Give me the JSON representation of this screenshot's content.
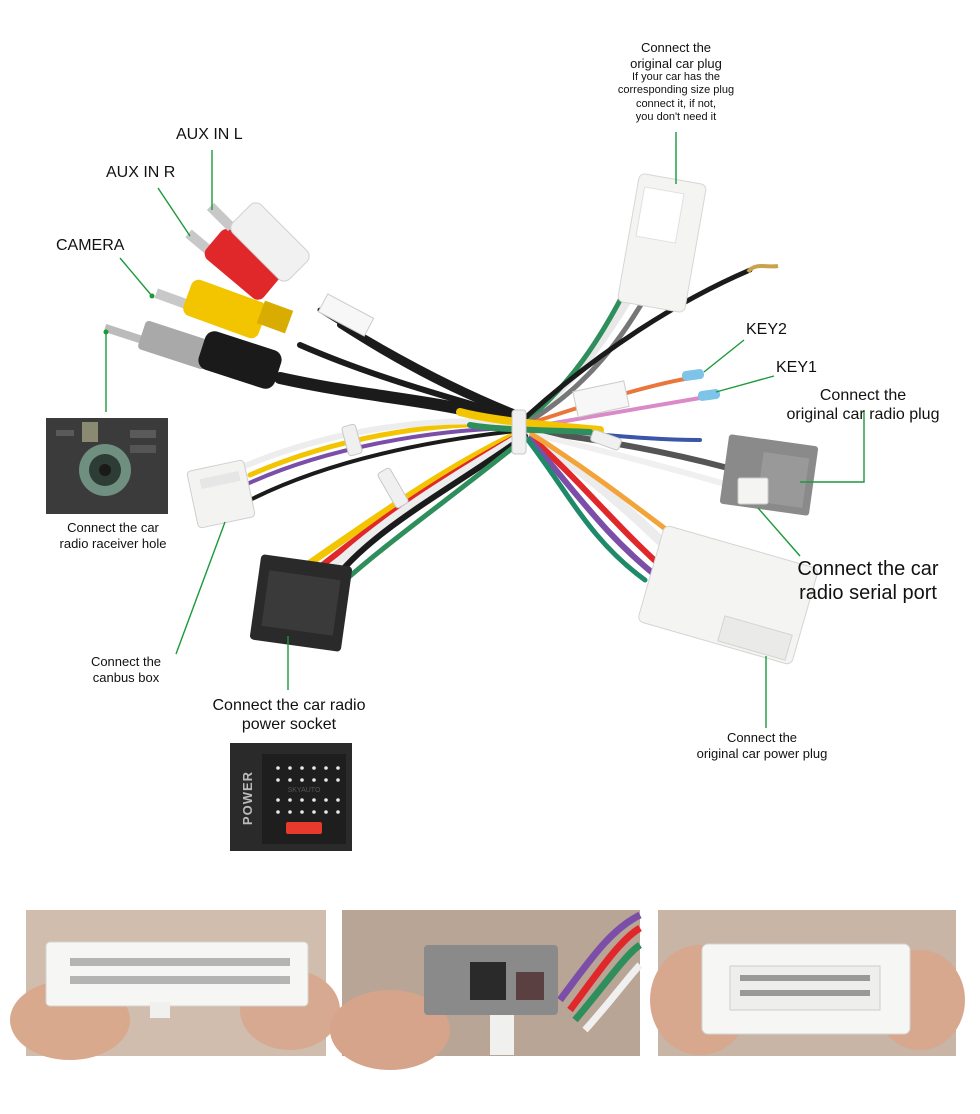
{
  "labels": {
    "aux_in_l": "AUX IN L",
    "aux_in_r": "AUX IN R",
    "camera": "CAMERA",
    "key2": "KEY2",
    "key1": "KEY1",
    "orig_plug_title_1": "Connect the",
    "orig_plug_title_2": "original car plug",
    "orig_plug_note_1": "If your car has the",
    "orig_plug_note_2": "corresponding size plug",
    "orig_plug_note_3": "connect it, if not,",
    "orig_plug_note_4": "you don't need it",
    "orig_radio_1": "Connect the",
    "orig_radio_2": "original car radio plug",
    "serial_1": "Connect the car",
    "serial_2": "radio  serial port",
    "power_plug_1": "Connect the",
    "power_plug_2": "original car power plug",
    "power_socket_1": "Connect the car radio",
    "power_socket_2": "power socket",
    "canbus_1": "Connect the",
    "canbus_2": "canbus box",
    "receiver_1": "Connect the  car",
    "receiver_2": "radio raceiver hole"
  },
  "inset": {
    "power_text": "POWER",
    "socket_text": "SKYAUTO"
  },
  "colors": {
    "leader": "#1a9a3a",
    "red": "#e0282b",
    "yellow": "#f2c500",
    "white_plug": "#f4f4f2",
    "grey_plug": "#8a8a8a"
  }
}
